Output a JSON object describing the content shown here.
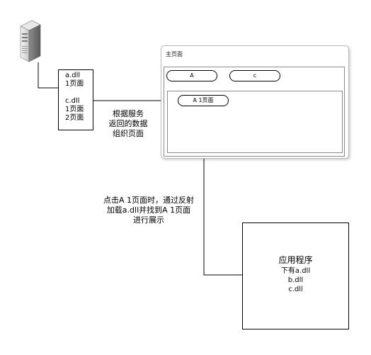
{
  "dll_box": {
    "line1": "a.dll",
    "line2": "1页面",
    "line3": "c.dll",
    "line4": "1页面",
    "line5": "2页面"
  },
  "mid_label": {
    "line1": "根据服务",
    "line2": "返回的数据",
    "line3": "组织页面"
  },
  "window": {
    "title": "主页面",
    "tab_a": "A",
    "tab_c": "c",
    "button_a1": "A 1页面"
  },
  "bottom_label": {
    "line1": "点击A 1页面时，通过反射",
    "line2": "加载a.dll并找到A 1页面",
    "line3": "进行展示"
  },
  "app": {
    "title": "应用程序",
    "line1": "下有a.dll",
    "line2": "b.dll",
    "line3": "c.dll"
  },
  "icons": {
    "server": "server-tower-icon"
  }
}
